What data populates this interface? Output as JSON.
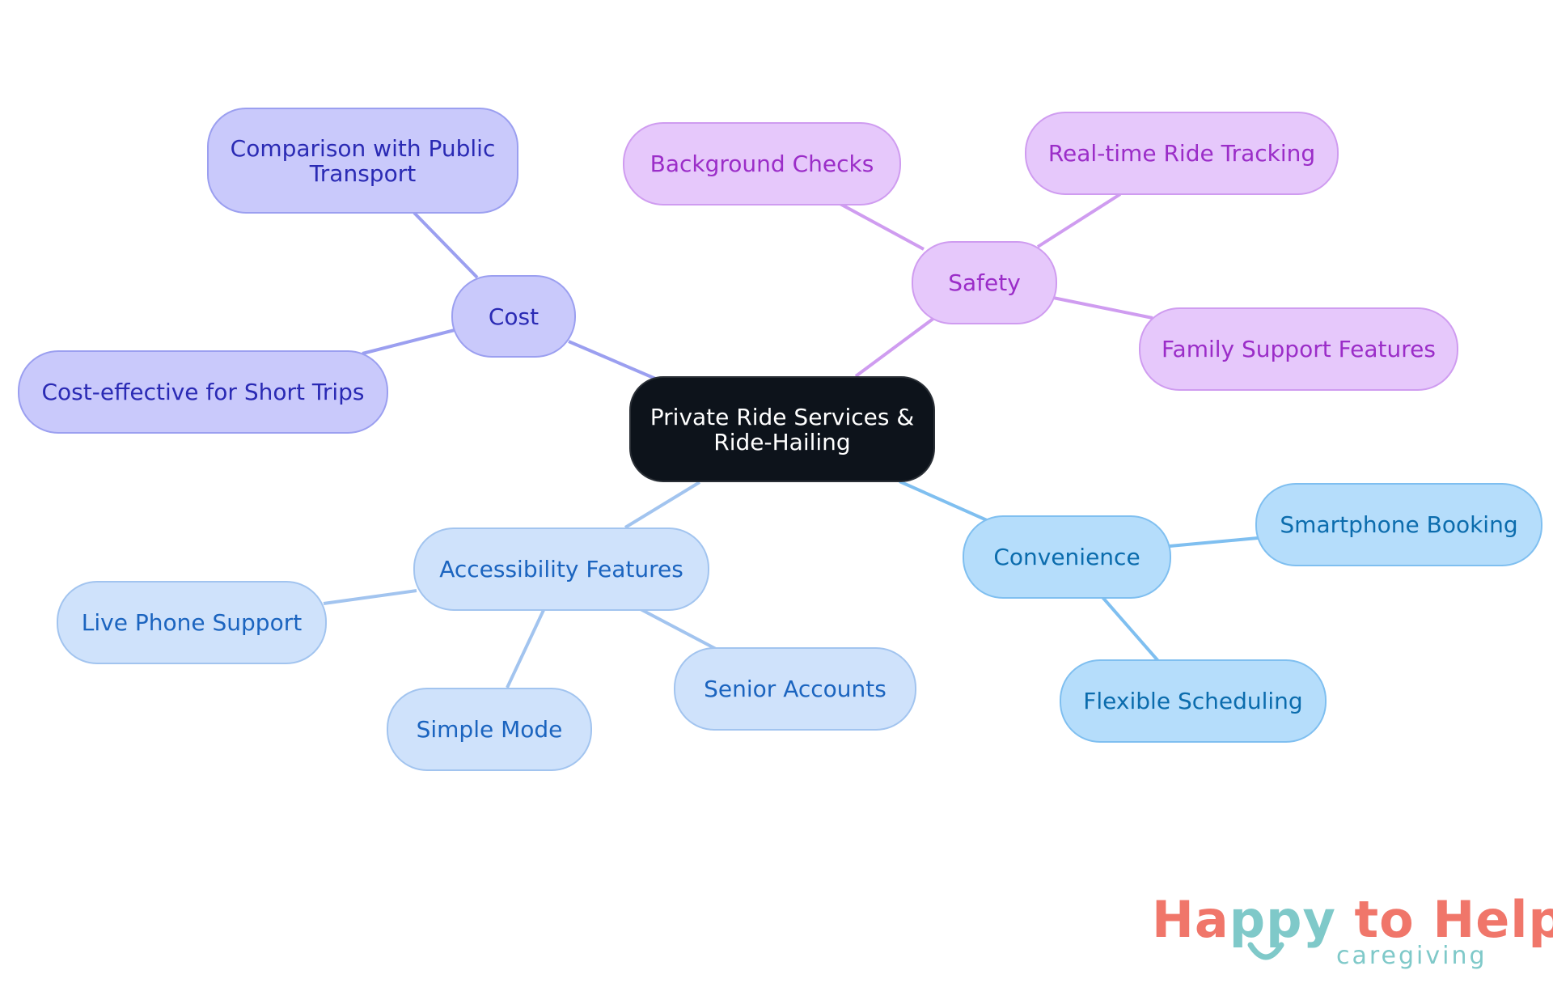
{
  "diagram": {
    "root": {
      "label": "Private Ride Services &\nRide-Hailing"
    },
    "cost": {
      "label": "Cost",
      "children": [
        "Comparison with Public\nTransport",
        "Cost-effective for Short Trips"
      ]
    },
    "safety": {
      "label": "Safety",
      "children": [
        "Background Checks",
        "Real-time Ride Tracking",
        "Family Support Features"
      ]
    },
    "accessibility": {
      "label": "Accessibility Features",
      "children": [
        "Live Phone Support",
        "Simple Mode",
        "Senior Accounts"
      ]
    },
    "convenience": {
      "label": "Convenience",
      "children": [
        "Smartphone Booking",
        "Flexible Scheduling"
      ]
    }
  },
  "colors": {
    "root_fill": "#0d131b",
    "cost_fill": "#c9c9fb",
    "cost_text": "#2a2ab4",
    "cost_edge": "#9b9ff0",
    "safety_fill": "#e6c8fb",
    "safety_text": "#9b2dc8",
    "safety_edge": "#cf9cf0",
    "accessibility_fill": "#cfe2fb",
    "accessibility_text": "#1b64bf",
    "accessibility_edge": "#a2c4ef",
    "convenience_fill": "#b5ddfb",
    "convenience_text": "#0b6cad",
    "convenience_edge": "#7fbff0",
    "logo_coral": "#f0766a",
    "logo_teal": "#7fc9c9"
  },
  "logo": {
    "brand_part1": "Ha",
    "brand_part2": "ppy",
    "brand_part3": " to Help",
    "tagline": "caregiving"
  }
}
